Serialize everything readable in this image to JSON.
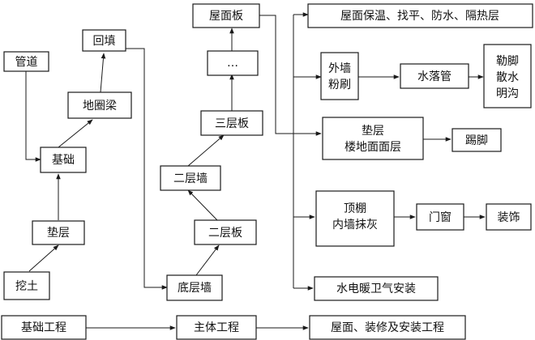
{
  "nodes": {
    "guandao": "管道",
    "huitian": "回填",
    "diquanliang": "地圈梁",
    "jichu": "基础",
    "dianceng_base": "垫层",
    "watu": "挖土",
    "wumianban": "屋面板",
    "ellipsis": "…",
    "sanceng_ban": "三层板",
    "erceng_qiang": "二层墙",
    "erceng_ban": "二层板",
    "diceng_qiang": "底层墙",
    "wumian_baowen": "屋面保温、找平、防水、隔热层",
    "waiqiang_fenshua": [
      "外墙",
      "粉刷"
    ],
    "shuiluoguan": "水落管",
    "lejiao_sanshui_mingou": [
      "勒脚",
      "散水",
      "明沟"
    ],
    "dianceng_loudi": [
      "垫层",
      "楼地面面层"
    ],
    "tijiao": "踢脚",
    "dingpeng_neiqiang": [
      "顶棚",
      "内墙抹灰"
    ],
    "menchuang": "门窗",
    "zhuangshi": "装饰",
    "shuidian": "水电暖卫气安装",
    "jichu_gongcheng": "基础工程",
    "zhuti_gongcheng": "主体工程",
    "wumian_zhuangxiu": "屋面、装修及安装工程"
  }
}
